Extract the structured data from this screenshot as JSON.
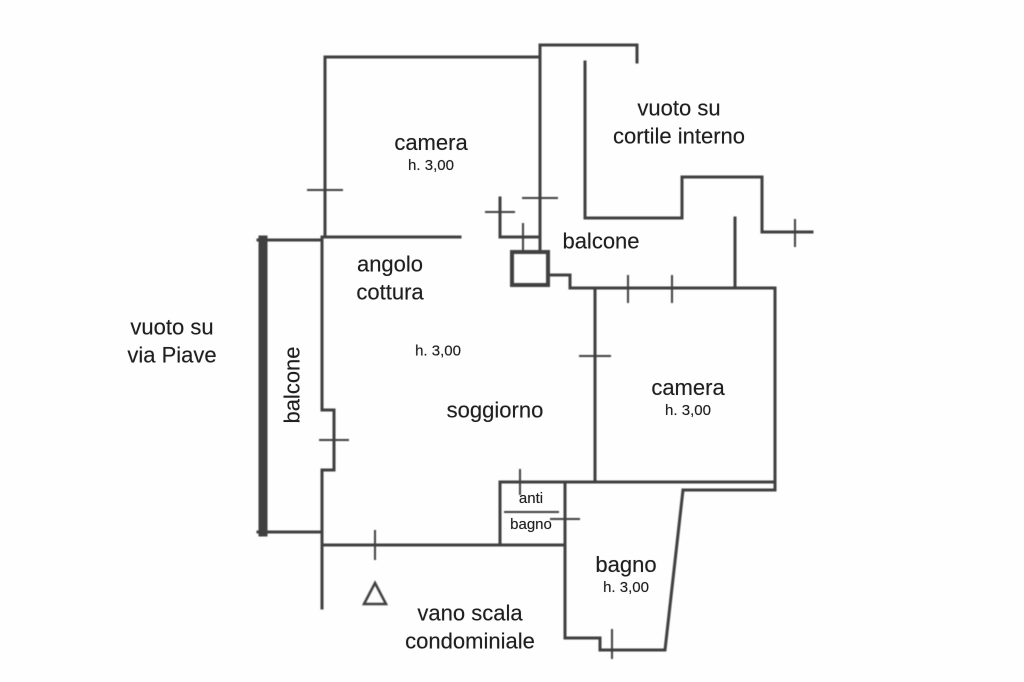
{
  "document": {
    "type": "apartment floor plan (scanned)",
    "ink_color": "#3f3f3f",
    "background_color": "#fefefe"
  },
  "symbols": {
    "entrance_marker": "triangle-outline"
  },
  "labels": {
    "camera_top": {
      "name": "camera",
      "height": "h. 3,00"
    },
    "vuoto_cortile": {
      "line1": "vuoto su",
      "line2": "cortile interno"
    },
    "balcone_top": {
      "name": "balcone"
    },
    "angolo_cottura": {
      "line1": "angolo",
      "line2": "cottura"
    },
    "vuoto_piave": {
      "line1": "vuoto su",
      "line2": "via Piave"
    },
    "balcone_left": {
      "name": "balcone"
    },
    "soggiorno": {
      "name": "soggiorno",
      "height": "h. 3,00"
    },
    "camera_right": {
      "name": "camera",
      "height": "h. 3,00"
    },
    "antibagno": {
      "line1": "anti",
      "line2": "bagno"
    },
    "bagno": {
      "name": "bagno",
      "height": "h. 3,00"
    },
    "vano_scala": {
      "line1": "vano scala",
      "line2": "condominiale"
    }
  }
}
